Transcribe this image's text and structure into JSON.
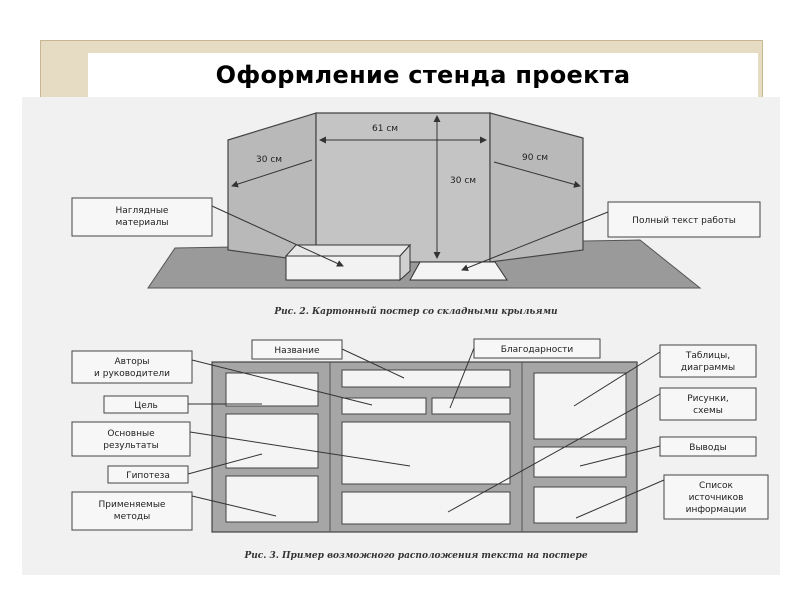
{
  "slide": {
    "title": "Оформление стенда проекта",
    "accent_color": "#e6dcc4"
  },
  "figure2": {
    "dimensions": {
      "left_wing": "30 см",
      "center_width": "61 см",
      "right_wing": "90 см",
      "height": "30 см"
    },
    "callouts": {
      "visual_materials_line1": "Наглядные",
      "visual_materials_line2": "материалы",
      "full_text": "Полный текст работы"
    },
    "caption": "Рис. 2. Картонный постер со складными крыльями"
  },
  "figure3": {
    "left_labels": {
      "authors_line1": "Авторы",
      "authors_line2": "и руководители",
      "goal": "Цель",
      "results_line1": "Основные",
      "results_line2": "результаты",
      "hypothesis": "Гипотеза",
      "methods_line1": "Применяемые",
      "methods_line2": "методы"
    },
    "top_labels": {
      "name": "Название",
      "thanks": "Благодарности"
    },
    "right_labels": {
      "tables_line1": "Таблицы,",
      "tables_line2": "диаграммы",
      "pictures_line1": "Рисунки,",
      "pictures_line2": "схемы",
      "conclusions": "Выводы",
      "sources_line1": "Список",
      "sources_line2": "источников",
      "sources_line3": "информации"
    },
    "caption": "Рис. 3. Пример возможного расположения текста на постере"
  }
}
